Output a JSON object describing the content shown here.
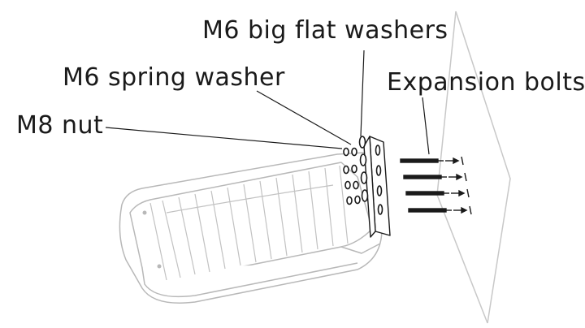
{
  "labels": {
    "flat_washers": "M6 big flat washers",
    "spring_washer": "M6 spring washer",
    "expansion_bolts": "Expansion bolts",
    "nut": "M8 nut"
  },
  "colors": {
    "line": "#1a1a1a",
    "outline": "#b8b8b8",
    "wall": "#c8c8c8"
  }
}
